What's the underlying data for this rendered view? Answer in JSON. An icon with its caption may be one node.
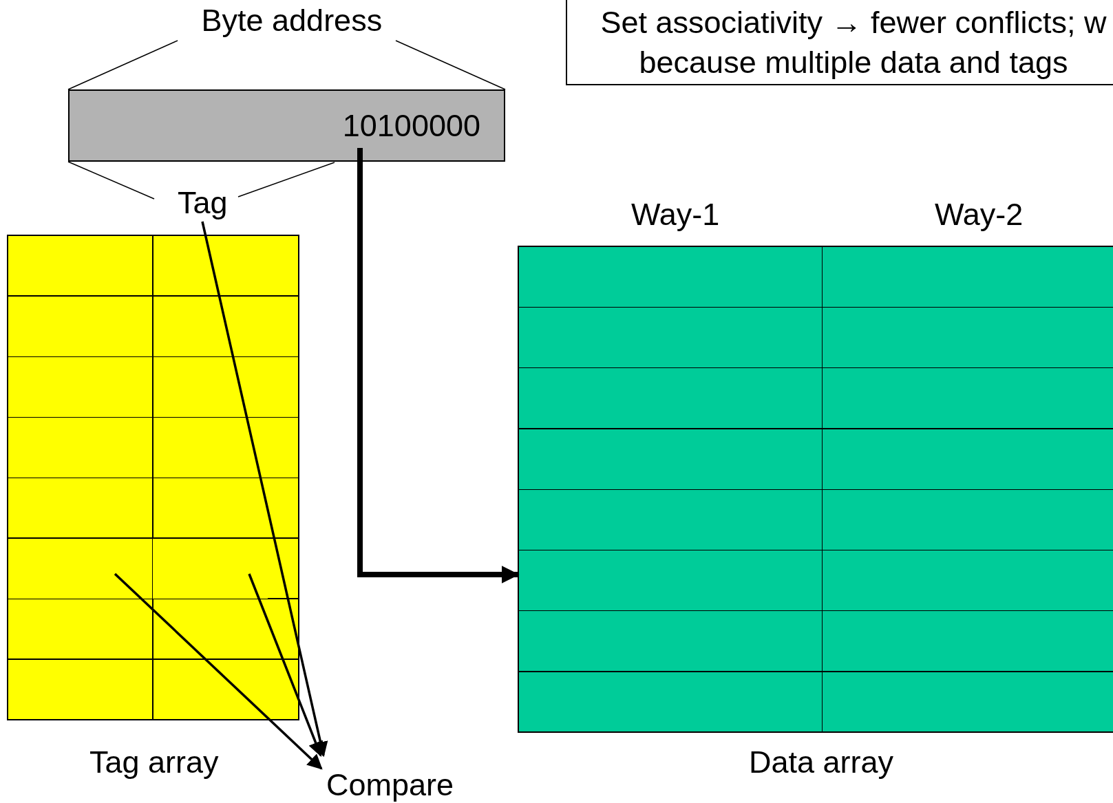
{
  "diagram": {
    "nodes": [
      {
        "text": [
          "10100000"
        ]
      },
      {
        "text": [
          "Tag"
        ]
      },
      {
        "text": [],
        "shape": "box",
        "beside": [
          "Tag array"
        ]
      },
      {
        "text": [],
        "shape": "box",
        "in": 2
      },
      {
        "text": [],
        "shape": "box",
        "in": 2
      },
      {
        "text": [
          "Compare"
        ]
      },
      {
        "text": [],
        "shape": "box",
        "beside": [
          "Way-1",
          "Way-2",
          "Data array"
        ]
      },
      {
        "text": [
          "Set associativity → fewer conflicts; w because multiple data and tags"
        ]
      }
    ],
    "edges": [
      {
        "from": 0,
        "to": 6,
        "arrow": "to",
        "style": "thick"
      },
      {
        "from": 1,
        "to": 5,
        "arrow": "to"
      },
      {
        "from": 3,
        "to": 5,
        "arrow": "to"
      },
      {
        "from": 4,
        "to": 5,
        "arrow": "to"
      }
    ],
    "labels": [
      "Byte address"
    ]
  }
}
